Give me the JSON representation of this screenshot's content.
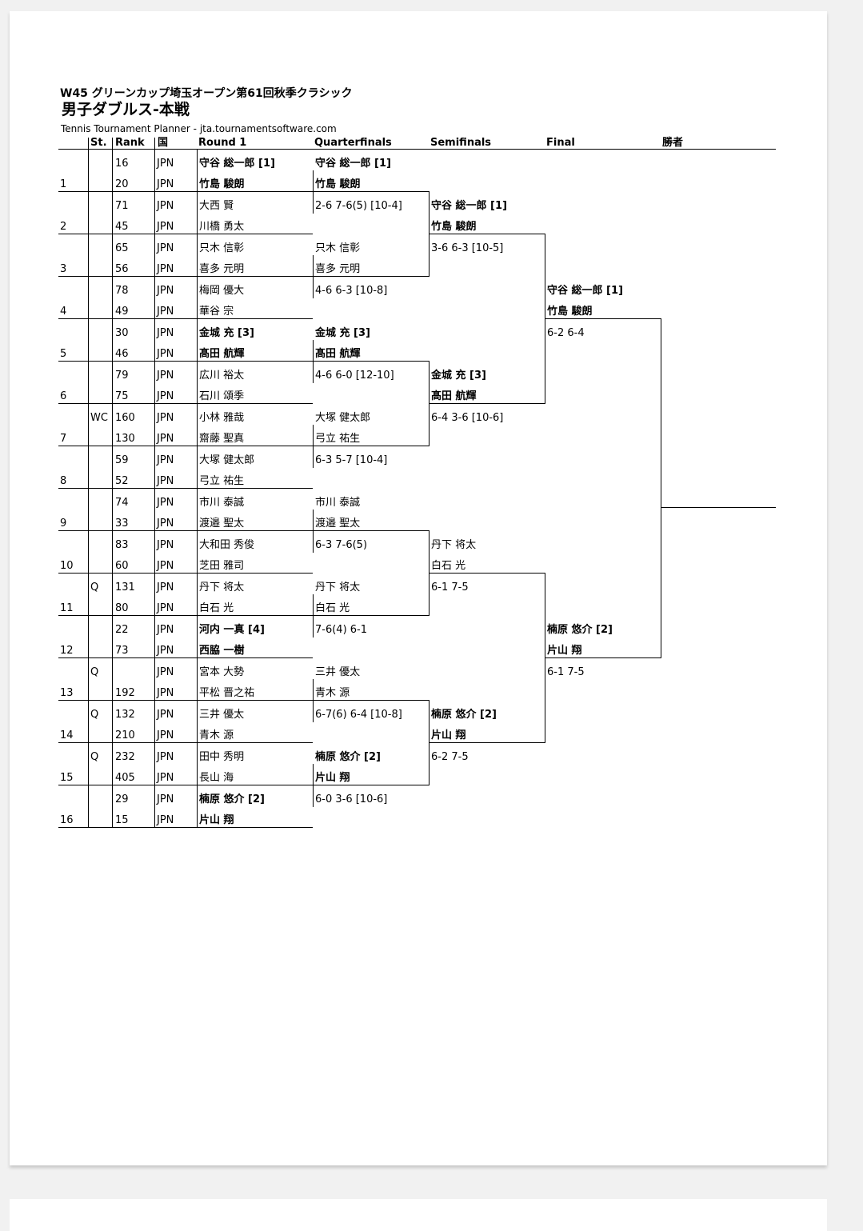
{
  "title_line1": "W45 グリーンカップ埼玉オープン第61回秋季クラシック",
  "title_line2": "男子ダブルス-本戦",
  "title_line3": "Tennis Tournament Planner - jta.tournamentsoftware.com",
  "headers": {
    "st": "St.",
    "rank": "Rank",
    "country": "国",
    "round1": "Round 1",
    "quarterfinals": "Quarterfinals",
    "semifinals": "Semifinals",
    "final": "Final",
    "winner": "勝者"
  },
  "draw": [
    {
      "num": "1",
      "players": [
        {
          "st": "",
          "rank": "16",
          "country": "JPN",
          "name": "守谷 総一郎 [1]",
          "bold": true
        },
        {
          "st": "",
          "rank": "20",
          "country": "JPN",
          "name": "竹島 駿朗",
          "bold": true
        }
      ]
    },
    {
      "num": "2",
      "players": [
        {
          "st": "",
          "rank": "71",
          "country": "JPN",
          "name": "大西 賢",
          "bold": false
        },
        {
          "st": "",
          "rank": "45",
          "country": "JPN",
          "name": "川橋 勇太",
          "bold": false
        }
      ]
    },
    {
      "num": "3",
      "players": [
        {
          "st": "",
          "rank": "65",
          "country": "JPN",
          "name": "只木 信彰",
          "bold": false
        },
        {
          "st": "",
          "rank": "56",
          "country": "JPN",
          "name": "喜多 元明",
          "bold": false
        }
      ]
    },
    {
      "num": "4",
      "players": [
        {
          "st": "",
          "rank": "78",
          "country": "JPN",
          "name": "梅岡 優大",
          "bold": false
        },
        {
          "st": "",
          "rank": "49",
          "country": "JPN",
          "name": "華谷 宗",
          "bold": false
        }
      ]
    },
    {
      "num": "5",
      "players": [
        {
          "st": "",
          "rank": "30",
          "country": "JPN",
          "name": "金城 充 [3]",
          "bold": true
        },
        {
          "st": "",
          "rank": "46",
          "country": "JPN",
          "name": "髙田 航輝",
          "bold": true
        }
      ]
    },
    {
      "num": "6",
      "players": [
        {
          "st": "",
          "rank": "79",
          "country": "JPN",
          "name": "広川 裕太",
          "bold": false
        },
        {
          "st": "",
          "rank": "75",
          "country": "JPN",
          "name": "石川 頌季",
          "bold": false
        }
      ]
    },
    {
      "num": "7",
      "players": [
        {
          "st": "WC",
          "rank": "160",
          "country": "JPN",
          "name": "小林 雅哉",
          "bold": false
        },
        {
          "st": "",
          "rank": "130",
          "country": "JPN",
          "name": "齋藤 聖真",
          "bold": false
        }
      ]
    },
    {
      "num": "8",
      "players": [
        {
          "st": "",
          "rank": "59",
          "country": "JPN",
          "name": "大塚 健太郎",
          "bold": false
        },
        {
          "st": "",
          "rank": "52",
          "country": "JPN",
          "name": "弓立 祐生",
          "bold": false
        }
      ]
    },
    {
      "num": "9",
      "players": [
        {
          "st": "",
          "rank": "74",
          "country": "JPN",
          "name": "市川 泰誠",
          "bold": false
        },
        {
          "st": "",
          "rank": "33",
          "country": "JPN",
          "name": "渡邉 聖太",
          "bold": false
        }
      ]
    },
    {
      "num": "10",
      "players": [
        {
          "st": "",
          "rank": "83",
          "country": "JPN",
          "name": "大和田 秀俊",
          "bold": false
        },
        {
          "st": "",
          "rank": "60",
          "country": "JPN",
          "name": "芝田 雅司",
          "bold": false
        }
      ]
    },
    {
      "num": "11",
      "players": [
        {
          "st": "Q",
          "rank": "131",
          "country": "JPN",
          "name": "丹下 将太",
          "bold": false
        },
        {
          "st": "",
          "rank": "80",
          "country": "JPN",
          "name": "白石 光",
          "bold": false
        }
      ]
    },
    {
      "num": "12",
      "players": [
        {
          "st": "",
          "rank": "22",
          "country": "JPN",
          "name": "河内 一真 [4]",
          "bold": true
        },
        {
          "st": "",
          "rank": "73",
          "country": "JPN",
          "name": "西脇 一樹",
          "bold": true
        }
      ]
    },
    {
      "num": "13",
      "players": [
        {
          "st": "Q",
          "rank": "",
          "country": "JPN",
          "name": "宮本 大勢",
          "bold": false
        },
        {
          "st": "",
          "rank": "192",
          "country": "JPN",
          "name": "平松 晋之祐",
          "bold": false
        }
      ]
    },
    {
      "num": "14",
      "players": [
        {
          "st": "Q",
          "rank": "132",
          "country": "JPN",
          "name": "三井 優太",
          "bold": false
        },
        {
          "st": "",
          "rank": "210",
          "country": "JPN",
          "name": "青木 源",
          "bold": false
        }
      ]
    },
    {
      "num": "15",
      "players": [
        {
          "st": "Q",
          "rank": "232",
          "country": "JPN",
          "name": "田中 秀明",
          "bold": false
        },
        {
          "st": "",
          "rank": "405",
          "country": "JPN",
          "name": "長山 海",
          "bold": false
        }
      ]
    },
    {
      "num": "16",
      "players": [
        {
          "st": "",
          "rank": "29",
          "country": "JPN",
          "name": "楠原 悠介 [2]",
          "bold": true
        },
        {
          "st": "",
          "rank": "15",
          "country": "JPN",
          "name": "片山 翔",
          "bold": true
        }
      ]
    }
  ],
  "quarterfinals": [
    {
      "names": [
        "守谷 総一郎 [1]",
        "竹島 駿朗"
      ],
      "score": "2-6 7-6(5) [10-4]",
      "bold": true
    },
    {
      "names": [
        "只木 信彰",
        "喜多 元明"
      ],
      "score": "4-6 6-3 [10-8]",
      "bold": false
    },
    {
      "names": [
        "金城 充 [3]",
        "髙田 航輝"
      ],
      "score": "4-6 6-0 [12-10]",
      "bold": true
    },
    {
      "names": [
        "大塚 健太郎",
        "弓立 祐生"
      ],
      "score": "6-3 5-7 [10-4]",
      "bold": false
    },
    {
      "names": [
        "市川 泰誠",
        "渡邉 聖太"
      ],
      "score": "6-3 7-6(5)",
      "bold": false
    },
    {
      "names": [
        "丹下 将太",
        "白石 光"
      ],
      "score": "7-6(4) 6-1",
      "bold": false
    },
    {
      "names": [
        "三井 優太",
        "青木 源"
      ],
      "score": "6-7(6) 6-4 [10-8]",
      "bold": false
    },
    {
      "names": [
        "楠原 悠介 [2]",
        "片山 翔"
      ],
      "score": "6-0 3-6 [10-6]",
      "bold": true
    }
  ],
  "semifinals": [
    {
      "names": [
        "守谷 総一郎 [1]",
        "竹島 駿朗"
      ],
      "score": "3-6 6-3 [10-5]",
      "bold": true
    },
    {
      "names": [
        "金城 充 [3]",
        "髙田 航輝"
      ],
      "score": "6-4 3-6 [10-6]",
      "bold": true
    },
    {
      "names": [
        "丹下 将太",
        "白石 光"
      ],
      "score": "6-1 7-5",
      "bold": false
    },
    {
      "names": [
        "楠原 悠介 [2]",
        "片山 翔"
      ],
      "score": "6-2 7-5",
      "bold": true
    }
  ],
  "final": [
    {
      "names": [
        "守谷 総一郎 [1]",
        "竹島 駿朗"
      ],
      "score": "6-2 6-4",
      "bold": true
    },
    {
      "names": [
        "楠原 悠介 [2]",
        "片山 翔"
      ],
      "score": "6-1 7-5",
      "bold": true
    }
  ]
}
